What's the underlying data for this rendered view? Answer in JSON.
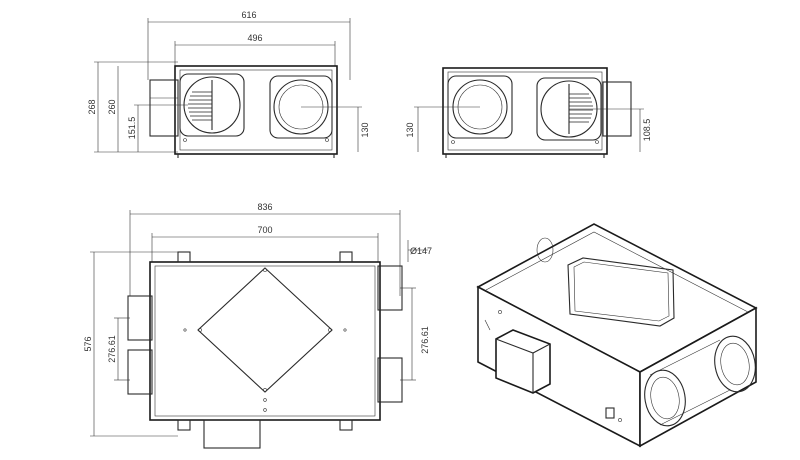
{
  "diagram": {
    "front_view": {
      "overall_width": "616",
      "inner_width": "496",
      "overall_height": "268",
      "body_height": "260",
      "left_port_center": "151.5",
      "right_port_center": "130"
    },
    "side_view": {
      "left_port_center": "130",
      "right_port_center": "108.5"
    },
    "top_view": {
      "overall_length": "836",
      "body_length": "700",
      "duct_diameter": "Ø147",
      "overall_depth": "576",
      "left_port_spacing": "276.61",
      "right_port_spacing": "276.61"
    }
  }
}
